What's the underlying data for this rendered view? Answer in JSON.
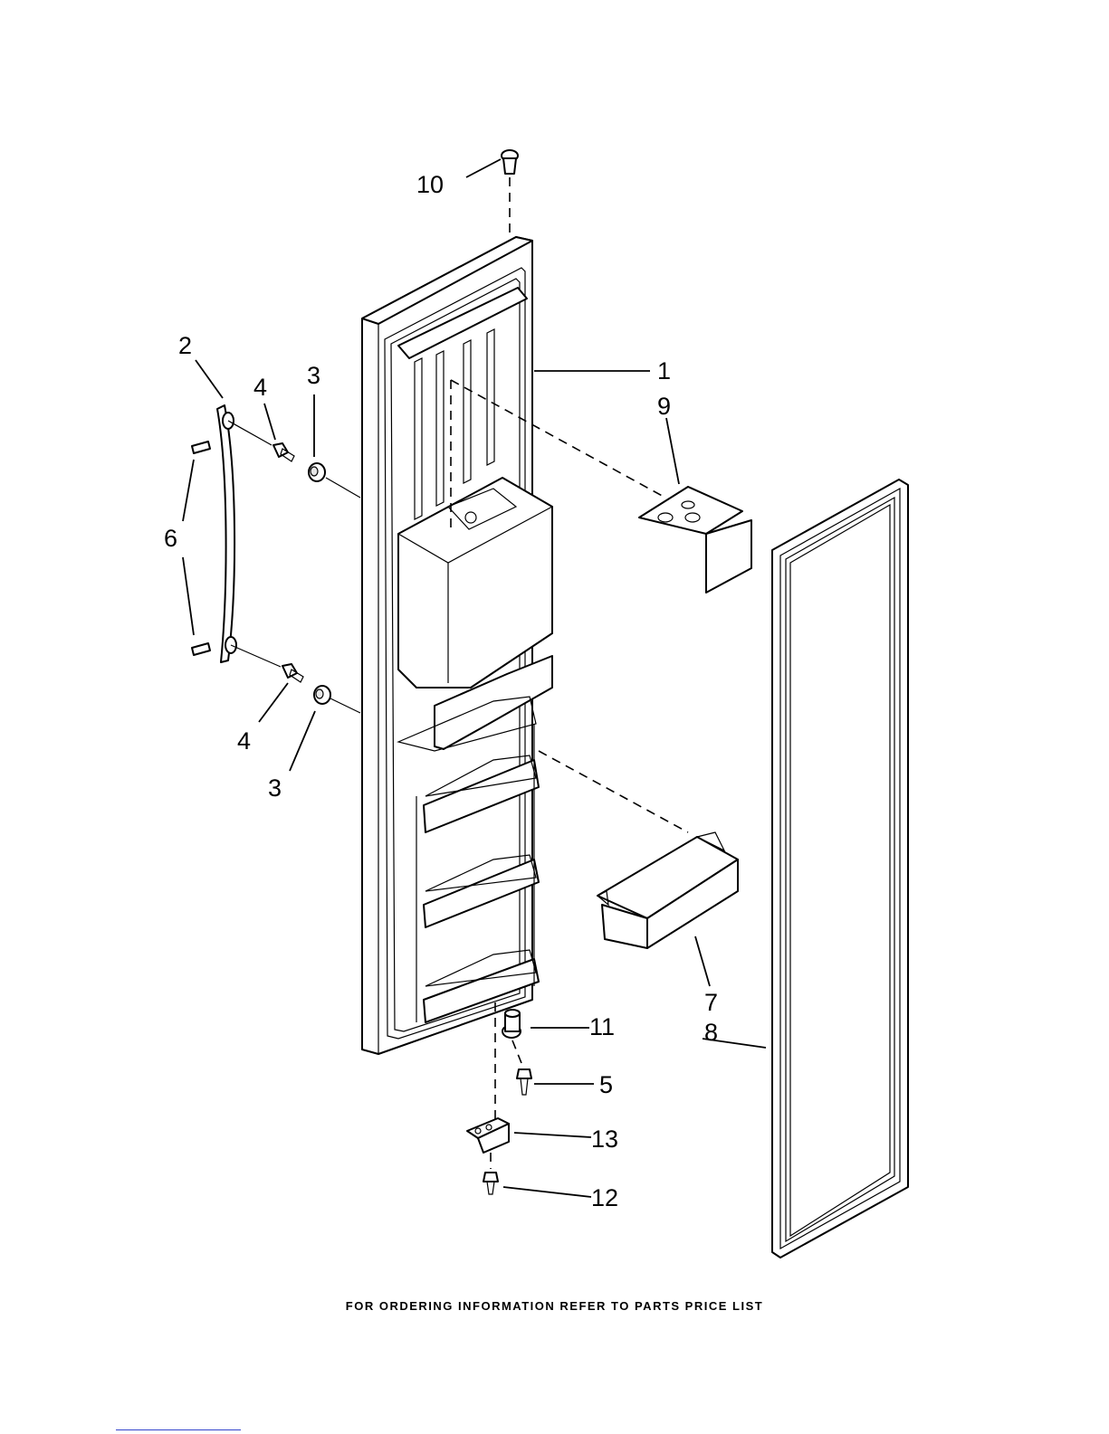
{
  "callouts": {
    "c1": "1",
    "c2": "2",
    "c3a": "3",
    "c3b": "3",
    "c4a": "4",
    "c4b": "4",
    "c5": "5",
    "c6": "6",
    "c7": "7",
    "c8": "8",
    "c9": "9",
    "c10": "10",
    "c11": "11",
    "c12": "12",
    "c13": "13"
  },
  "footer": "FOR ORDERING INFORMATION REFER TO PARTS PRICE LIST"
}
